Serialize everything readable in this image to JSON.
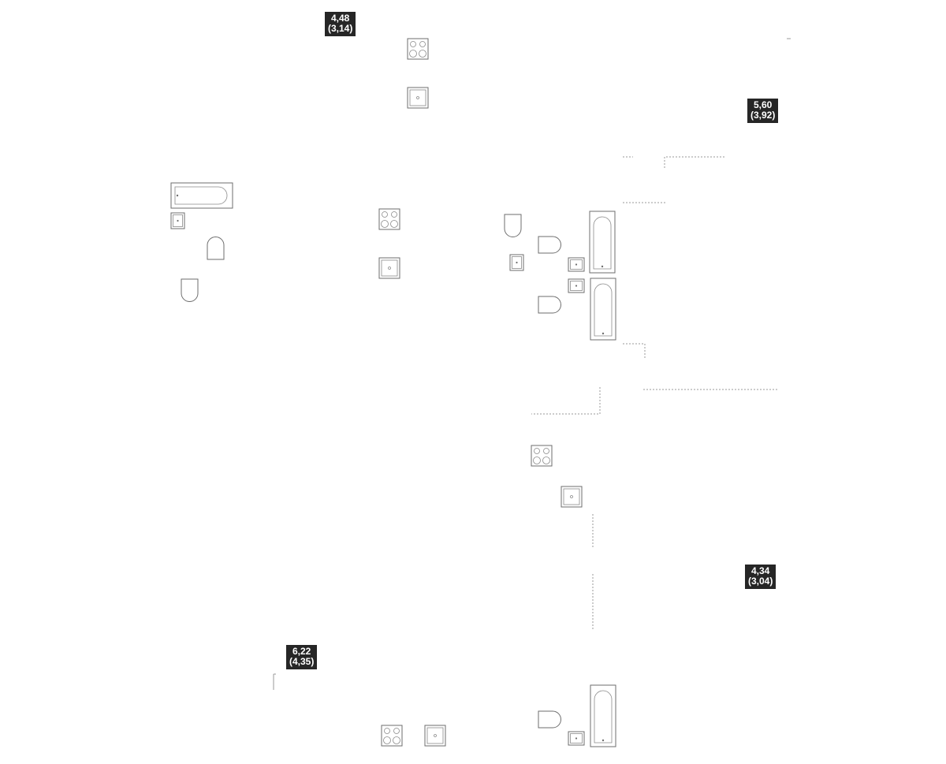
{
  "rooms": [
    {
      "id": "room-a",
      "area": "4,48",
      "area_alt": "(3,14)"
    },
    {
      "id": "room-b",
      "area": "5,60",
      "area_alt": "(3,92)"
    },
    {
      "id": "room-c",
      "area": "4,34",
      "area_alt": "(3,04)"
    },
    {
      "id": "room-d",
      "area": "6,22",
      "area_alt": "(4,35)"
    }
  ]
}
